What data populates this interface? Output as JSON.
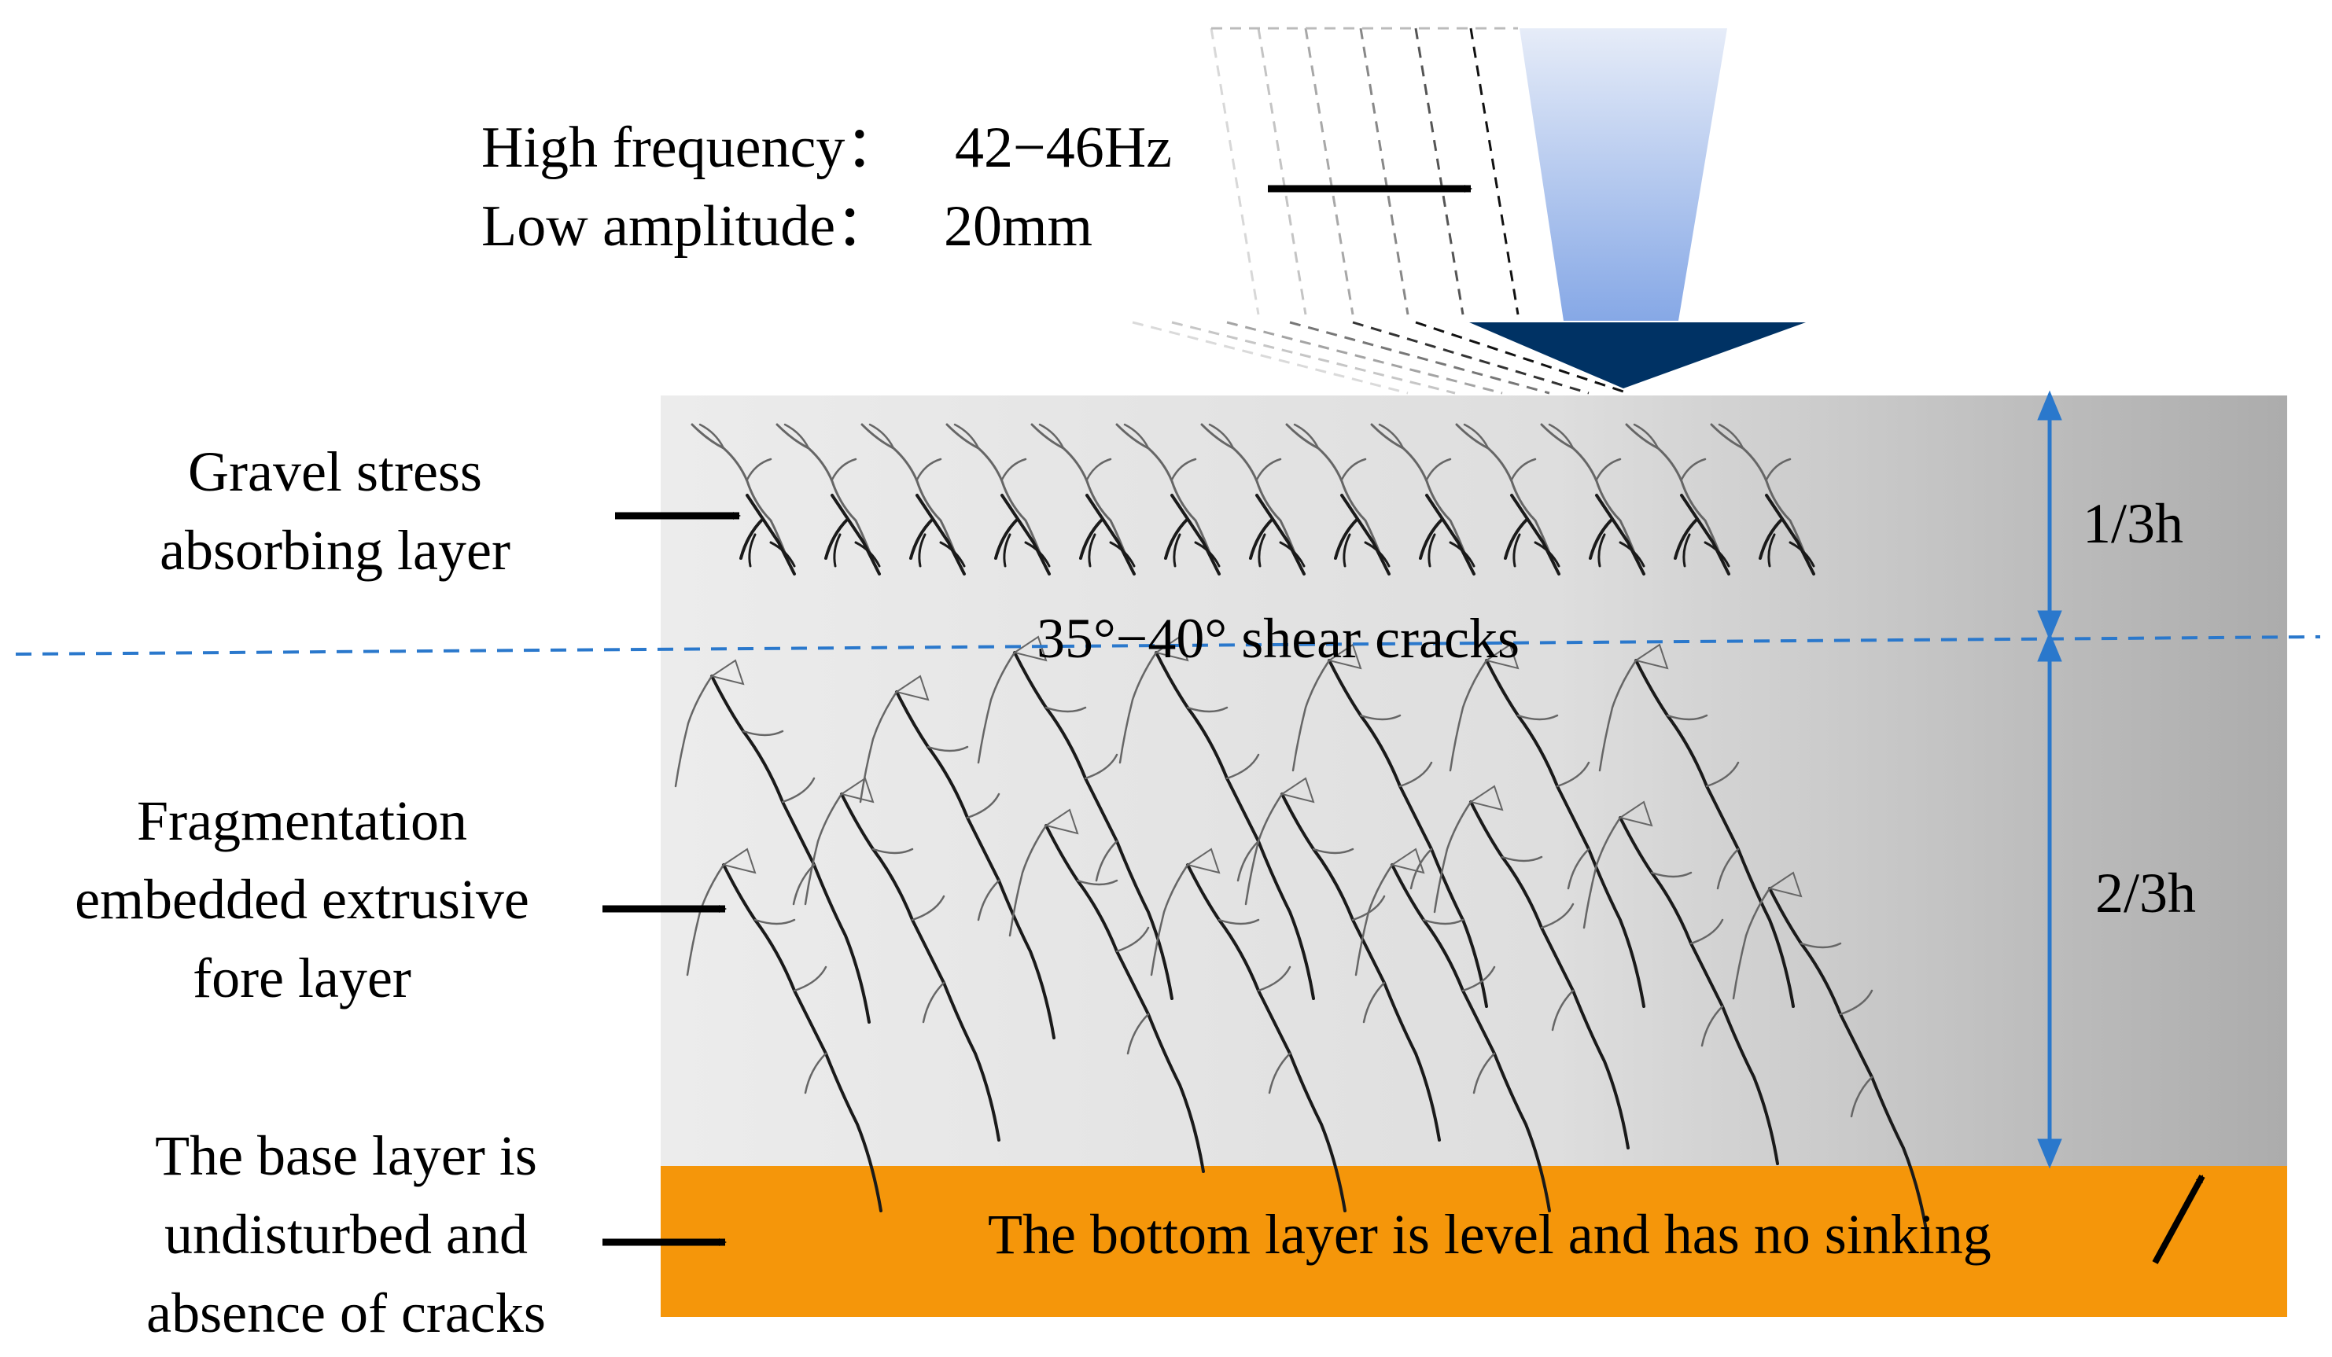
{
  "machine": {
    "freq_label": "High frequency：",
    "freq_value": "42−46Hz",
    "amp_label": "Low amplitude：",
    "amp_value": "20mm"
  },
  "labels": {
    "gravel": [
      "Gravel stress",
      "absorbing layer"
    ],
    "fragment": [
      "Fragmentation",
      "embedded extrusive",
      "fore layer"
    ],
    "base": [
      "The base layer is",
      "undisturbed and",
      "absence of cracks"
    ],
    "shear": "35°−40° shear cracks",
    "bottom": "The bottom layer is level and has no sinking"
  },
  "dimensions": {
    "top": "1/3h",
    "bottom": "2/3h"
  },
  "colors": {
    "dim_blue": "#2a78cc",
    "orange": "#f5960a",
    "navy": "#003264",
    "crack": "#1a1a1a",
    "crack_faint": "#666666"
  }
}
